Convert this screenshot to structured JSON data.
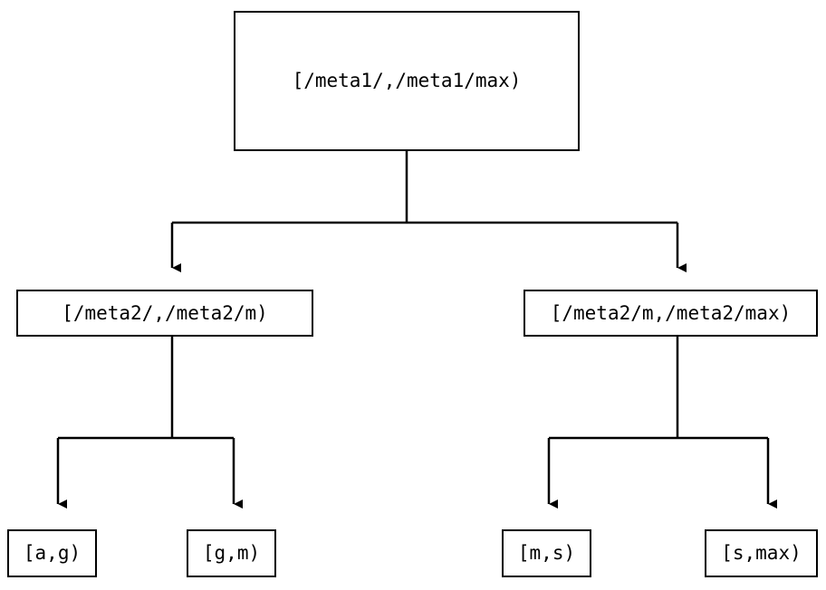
{
  "diagram": {
    "type": "range-partition-tree",
    "background_color": "#ffffff",
    "stroke_color": "#000000",
    "nodes": {
      "root": {
        "label": "[/meta1/,/meta1/max)",
        "level": 0
      },
      "mid_left": {
        "label": "[/meta2/,/meta2/m)",
        "level": 1
      },
      "mid_right": {
        "label": "[/meta2/m,/meta2/max)",
        "level": 1
      },
      "leaf_ag": {
        "label": "[a,g)",
        "level": 2
      },
      "leaf_gm": {
        "label": "[g,m)",
        "level": 2
      },
      "leaf_ms": {
        "label": "[m,s)",
        "level": 2
      },
      "leaf_smax": {
        "label": "[s,max)",
        "level": 2
      }
    },
    "edges": [
      {
        "from": "root",
        "to": "mid_left",
        "arrow": "down-triangle"
      },
      {
        "from": "root",
        "to": "mid_right",
        "arrow": "down-triangle"
      },
      {
        "from": "mid_left",
        "to": "leaf_ag",
        "arrow": "down-triangle"
      },
      {
        "from": "mid_left",
        "to": "leaf_gm",
        "arrow": "down-triangle"
      },
      {
        "from": "mid_right",
        "to": "leaf_ms",
        "arrow": "down-triangle"
      },
      {
        "from": "mid_right",
        "to": "leaf_smax",
        "arrow": "down-triangle"
      }
    ]
  }
}
